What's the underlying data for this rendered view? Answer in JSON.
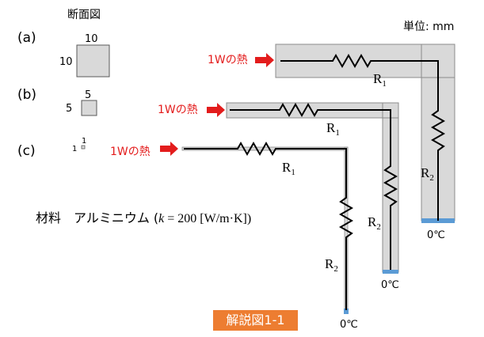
{
  "cross_section_title": "断面図",
  "unit_label": "単位: mm",
  "material_label": "材料　アルミニウム (",
  "material_k": "k",
  "material_value": " = 200 [W/m·K])",
  "caption": "解説図1-1",
  "heat_color": "#e31c1c",
  "sink_color": "#5b9bd5",
  "cases": [
    {
      "label": "(a)",
      "dim_top": "10",
      "dim_side": "10",
      "heat": "1Wの熱",
      "r1": "R",
      "r2": "R",
      "sub1": "1",
      "sub2": "2",
      "temp": "0℃"
    },
    {
      "label": "(b)",
      "dim_top": "5",
      "dim_side": "5",
      "heat": "1Wの熱",
      "r1": "R",
      "r2": "R",
      "sub1": "1",
      "sub2": "2",
      "temp": "0℃"
    },
    {
      "label": "(c)",
      "dim_top": "1",
      "dim_side": "1",
      "heat": "1Wの熱",
      "r1": "R",
      "r2": "R",
      "sub1": "1",
      "sub2": "2",
      "temp": "0℃"
    }
  ]
}
